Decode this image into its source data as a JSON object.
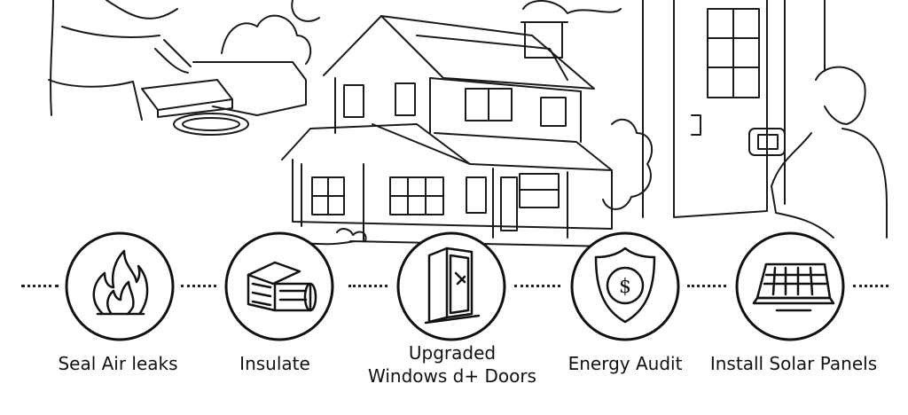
{
  "steps": [
    {
      "label": "Seal Air leaks",
      "icon": "flame-icon"
    },
    {
      "label": "Insulate",
      "icon": "insulation-roll-icon"
    },
    {
      "label_line1": "Upgraded",
      "label_line2": "Windows d+ Doors",
      "icon": "window-icon"
    },
    {
      "label": "Energy Audit",
      "icon": "dollar-shield-icon"
    },
    {
      "label": "Install Solar Panels",
      "icon": "solar-panel-icon"
    }
  ],
  "colors": {
    "ink": "#111111",
    "paper": "#ffffff"
  }
}
